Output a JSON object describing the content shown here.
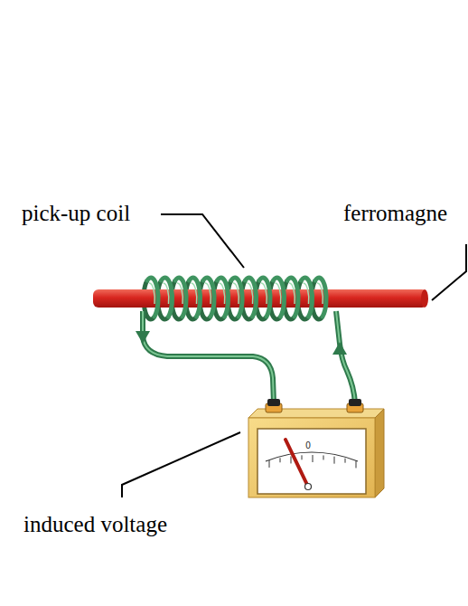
{
  "diagram": {
    "labels": [
      "pick-up coil",
      "ferromagne",
      "induced voltage",
      "0"
    ]
  }
}
